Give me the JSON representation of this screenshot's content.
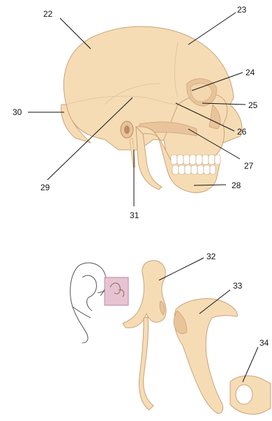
{
  "labels": {
    "l22": "22",
    "l23": "23",
    "l24": "24",
    "l25": "25",
    "l26": "26",
    "l27": "27",
    "l28": "28",
    "l29": "29",
    "l30": "30",
    "l31": "31",
    "l32": "32",
    "l33": "33",
    "l34": "34"
  },
  "colors": {
    "bone": "#f6dcb4",
    "bone_outline": "#c9a27a",
    "inset_highlight": "#e7c3d2"
  }
}
